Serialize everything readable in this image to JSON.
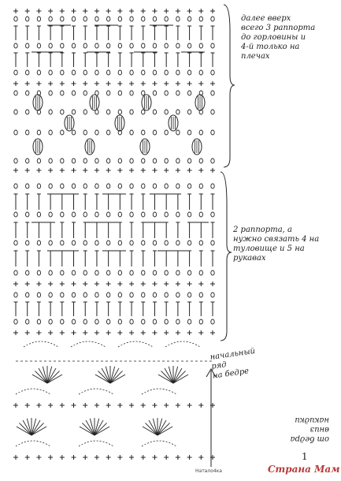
{
  "notes": {
    "top": "далее вверх\nвсего 3 раппорта\nдо горловины и\n4-й только на\nплечах",
    "middle": "2 раппорта, а\nнужно связать 4 на\nтуловище и 5 на\nрукавах",
    "start_row": "начальный ряд\nна бедре",
    "bottom": "от бедра\nвниз\nнакидки"
  },
  "brand": "Страна Мам",
  "watermark": "Натало4ка",
  "page_number": "1",
  "colors": {
    "ink": "#222222",
    "brand": "#b83a3a"
  }
}
